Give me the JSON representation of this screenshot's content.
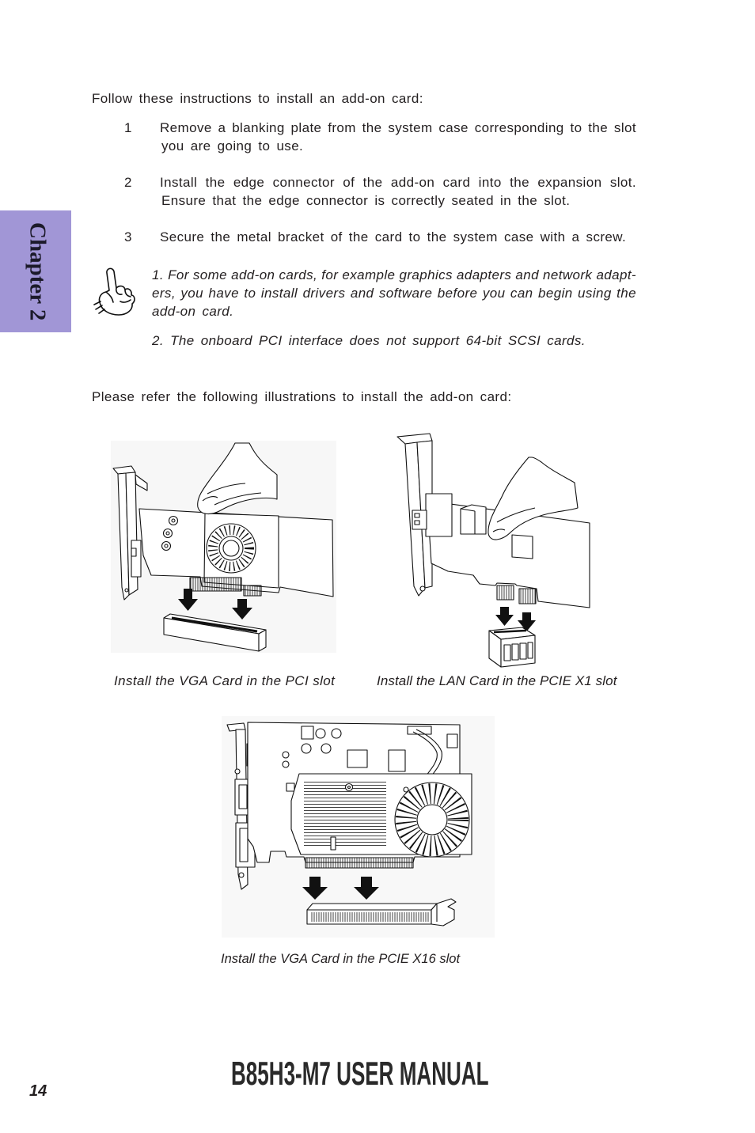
{
  "colors": {
    "chapter_tab": "#a196d6",
    "text": "#231f20"
  },
  "chapter_tab": {
    "label": "Chapter 2"
  },
  "intro": "Follow these instructions to install an add-on card:",
  "steps": [
    {
      "number": "1",
      "lines": [
        "Remove a blanking plate from the system case corresponding to the slot",
        "you are going to use."
      ]
    },
    {
      "number": "2",
      "lines": [
        "Install the edge connector of the add-on card into the expansion slot.",
        "Ensure that the edge connector is correctly seated in the slot."
      ]
    },
    {
      "number": "3",
      "lines": [
        "Secure the metal bracket of the card to the system case with a screw."
      ]
    }
  ],
  "note": {
    "icon": "pointing-hand-icon",
    "items": [
      {
        "lines": [
          "1. For some add-on cards, for example graphics adapters and network adapt-",
          "ers, you have to install drivers and software before you can begin using the",
          "add-on card."
        ]
      },
      {
        "lines": [
          "2. The onboard PCI interface does not support 64-bit SCSI cards."
        ]
      }
    ]
  },
  "illustrations_intro": "Please refer the following illustrations to install the add-on card:",
  "figures": [
    {
      "caption": "Install the VGA Card in the PCI slot"
    },
    {
      "caption": "Install the LAN Card in the PCIE X1 slot"
    },
    {
      "caption": "Install the VGA Card in the PCIE X16 slot"
    }
  ],
  "footer": {
    "title": "B85H3-M7 USER MANUAL",
    "page_number": "14"
  }
}
